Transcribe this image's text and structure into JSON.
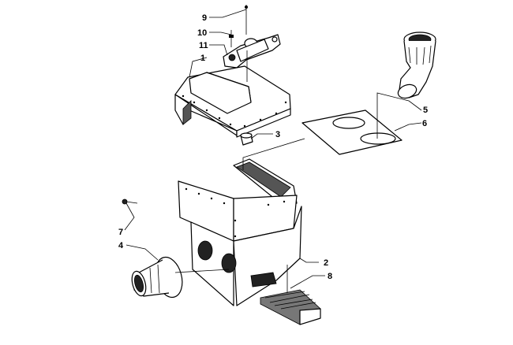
{
  "callouts": [
    {
      "id": "c1",
      "label": "1"
    },
    {
      "id": "c2",
      "label": "2"
    },
    {
      "id": "c3",
      "label": "3"
    },
    {
      "id": "c4",
      "label": "4"
    },
    {
      "id": "c5",
      "label": "5"
    },
    {
      "id": "c6",
      "label": "6"
    },
    {
      "id": "c7",
      "label": "7"
    },
    {
      "id": "c8",
      "label": "8"
    },
    {
      "id": "c9",
      "label": "9"
    },
    {
      "id": "c10",
      "label": "10"
    },
    {
      "id": "c11",
      "label": "11"
    }
  ],
  "parts": [
    {
      "callout": "1",
      "name": "airbox-lid",
      "icon": "airbox-lid-icon"
    },
    {
      "callout": "2",
      "name": "airbox-housing",
      "icon": "airbox-housing-icon"
    },
    {
      "callout": "3",
      "name": "grommet",
      "icon": "grommet-icon"
    },
    {
      "callout": "4",
      "name": "intake-boot",
      "icon": "intake-boot-icon"
    },
    {
      "callout": "5",
      "name": "elbow-duct",
      "icon": "elbow-duct-icon"
    },
    {
      "callout": "6",
      "name": "gasket-plate",
      "icon": "gasket-plate-icon"
    },
    {
      "callout": "7",
      "name": "screw",
      "icon": "screw-icon"
    },
    {
      "callout": "8",
      "name": "screen",
      "icon": "screen-icon"
    },
    {
      "callout": "9",
      "name": "cable",
      "icon": "cable-icon"
    },
    {
      "callout": "10",
      "name": "bolt",
      "icon": "bolt-icon"
    },
    {
      "callout": "11",
      "name": "bracket",
      "icon": "bracket-icon"
    }
  ],
  "colors": {
    "line": "#000000",
    "background": "#ffffff",
    "shade": "#555555"
  }
}
